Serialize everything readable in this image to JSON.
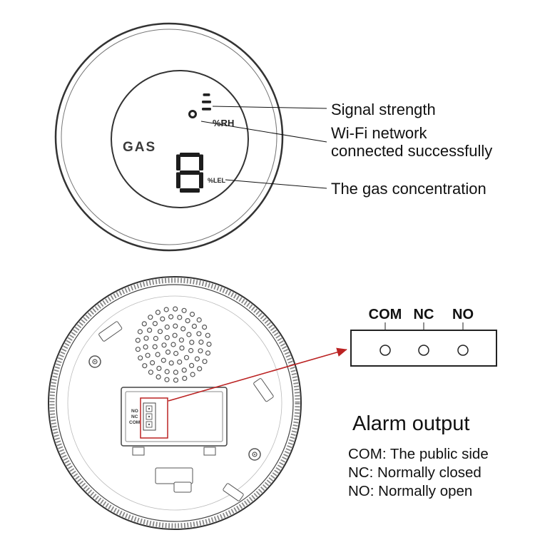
{
  "front": {
    "gas": "GAS",
    "rh": "%RH",
    "digit": "8",
    "lel": "%LEL",
    "label_signal": "Signal strength",
    "label_wifi_1": "Wi-Fi network",
    "label_wifi_2": "connected successfully",
    "label_gas": "The gas concentration"
  },
  "back": {
    "pin_no": "NO",
    "pin_nc": "NC",
    "pin_com": "COM"
  },
  "alarm": {
    "terminals": [
      "COM",
      "NC",
      "NO"
    ],
    "title": "Alarm output",
    "desc_com": "COM: The public side",
    "desc_nc": "NC: Normally closed",
    "desc_no": "NO: Normally open"
  },
  "colors": {
    "highlight_red": "#bb2222"
  }
}
